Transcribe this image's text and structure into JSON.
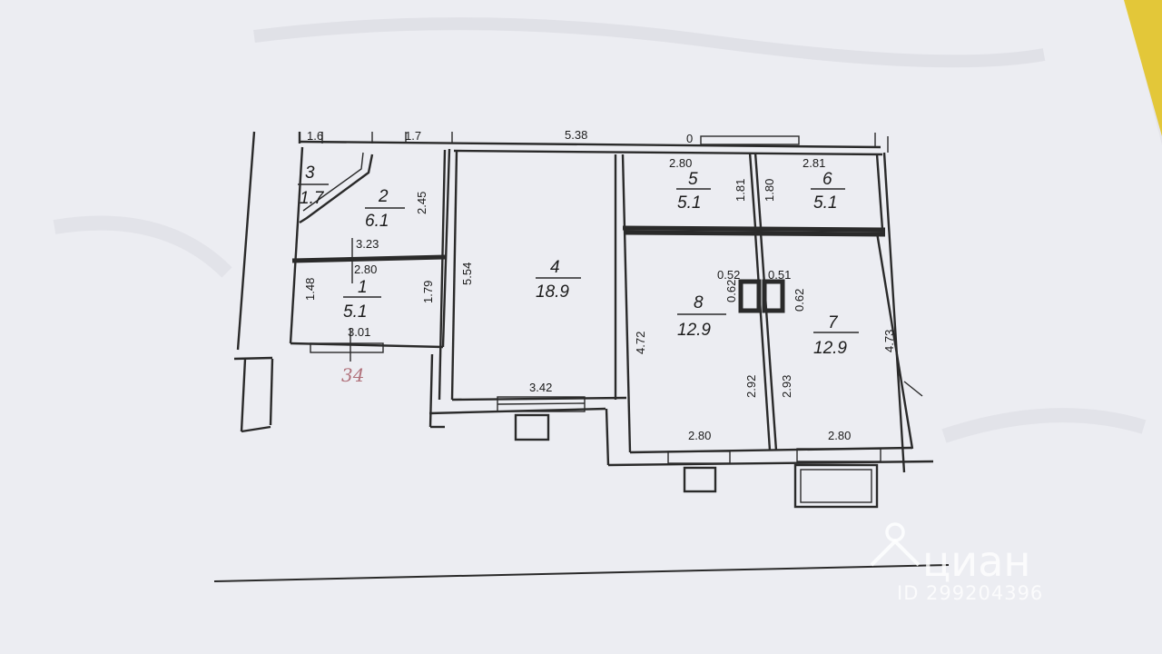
{
  "palette": {
    "paper": "#ecedf2",
    "ink": "#2a2a2a",
    "pencil": "#b0707a",
    "watermark": "#ffffff",
    "corner_accent": "#e3c21a"
  },
  "top_dims": {
    "d1": "1.6",
    "d2": "1.7",
    "d3": "5.38",
    "zero": "0"
  },
  "rooms": [
    {
      "number": "3",
      "area": "1.7"
    },
    {
      "number": "2",
      "area": "6.1"
    },
    {
      "number": "1",
      "area": "5.1"
    },
    {
      "number": "4",
      "area": "18.9"
    },
    {
      "number": "5",
      "area": "5.1"
    },
    {
      "number": "6",
      "area": "5.1"
    },
    {
      "number": "8",
      "area": "12.9"
    },
    {
      "number": "7",
      "area": "12.9"
    }
  ],
  "dims": {
    "r2_side": "2.45",
    "r1_top_a": "3.23",
    "r1_top_b": "2.80",
    "r1_left": "1.48",
    "r1_right": "1.79",
    "r1_bottom": "3.01",
    "r4_left": "5.54",
    "r4_bottom": "3.42",
    "r5_width": "2.80",
    "r5_height": "1.81",
    "r6_width": "2.81",
    "r6_height": "1.80",
    "niche_a_w": "0.52",
    "niche_a_h": "0.62",
    "niche_b_w": "0.51",
    "niche_b_h": "0.62",
    "r8_left": "4.72",
    "r8_low": "2.92",
    "r8_bottom": "2.80",
    "r7_low": "2.93",
    "r7_right": "4.73",
    "r7_bottom": "2.80"
  },
  "handwritten": "34",
  "watermark": {
    "logo": "циан",
    "id": "ID 299204396"
  }
}
